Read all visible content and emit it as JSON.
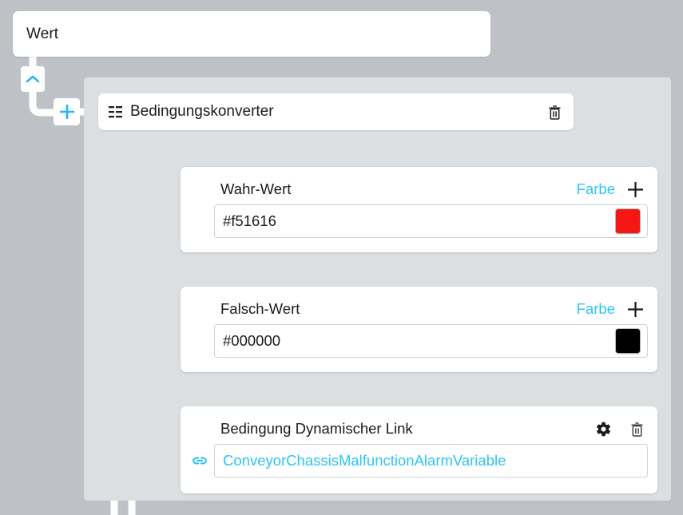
{
  "canvas": {
    "background": "#bec2c6",
    "group_background": "#dcdfe2",
    "accent_blue": "#29b6f6",
    "accent_cyan": "#2ec4f5"
  },
  "top_field": {
    "label": "Wert"
  },
  "connectors": {
    "chevron_top": "chevron-up-icon",
    "plus_top": "plus-icon",
    "chevron_bottom": "chevron-up-icon",
    "plus_bottom": "plus-icon"
  },
  "converter": {
    "icon": "list-layout-icon",
    "title": "Bedingungskonverter",
    "delete_icon": "trash-icon"
  },
  "cards": [
    {
      "id": "true-value",
      "title": "Wahr-Wert",
      "action_label": "Farbe",
      "add_icon": "plus-icon",
      "value": "#f51616",
      "swatch_color": "#f51616",
      "has_swatch": true,
      "has_link_icon": false
    },
    {
      "id": "false-value",
      "title": "Falsch-Wert",
      "action_label": "Farbe",
      "add_icon": "plus-icon",
      "value": "#000000",
      "swatch_color": "#000000",
      "has_swatch": true,
      "has_link_icon": false
    },
    {
      "id": "condition-dynamic-link",
      "title": "Bedingung Dynamischer Link",
      "settings_icon": "gear-icon",
      "delete_icon": "trash-icon",
      "link_icon": "chain-link-icon",
      "value": "ConveyorChassisMalfunctionAlarmVariable",
      "has_swatch": false,
      "has_link_icon": true
    }
  ]
}
